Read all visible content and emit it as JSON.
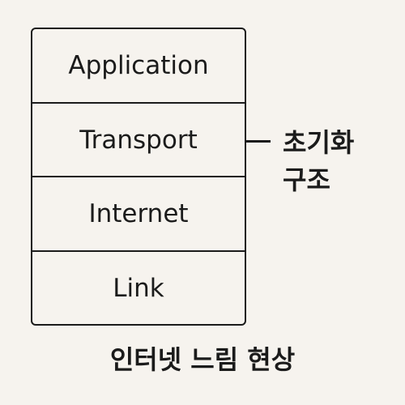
{
  "diagram": {
    "layers": [
      {
        "label": "Application"
      },
      {
        "label": "Transport"
      },
      {
        "label": "Internet"
      },
      {
        "label": "Link"
      }
    ],
    "side_label": {
      "line1": "초기화",
      "line2": "구조"
    },
    "caption": "인터넷 느림 현상"
  }
}
